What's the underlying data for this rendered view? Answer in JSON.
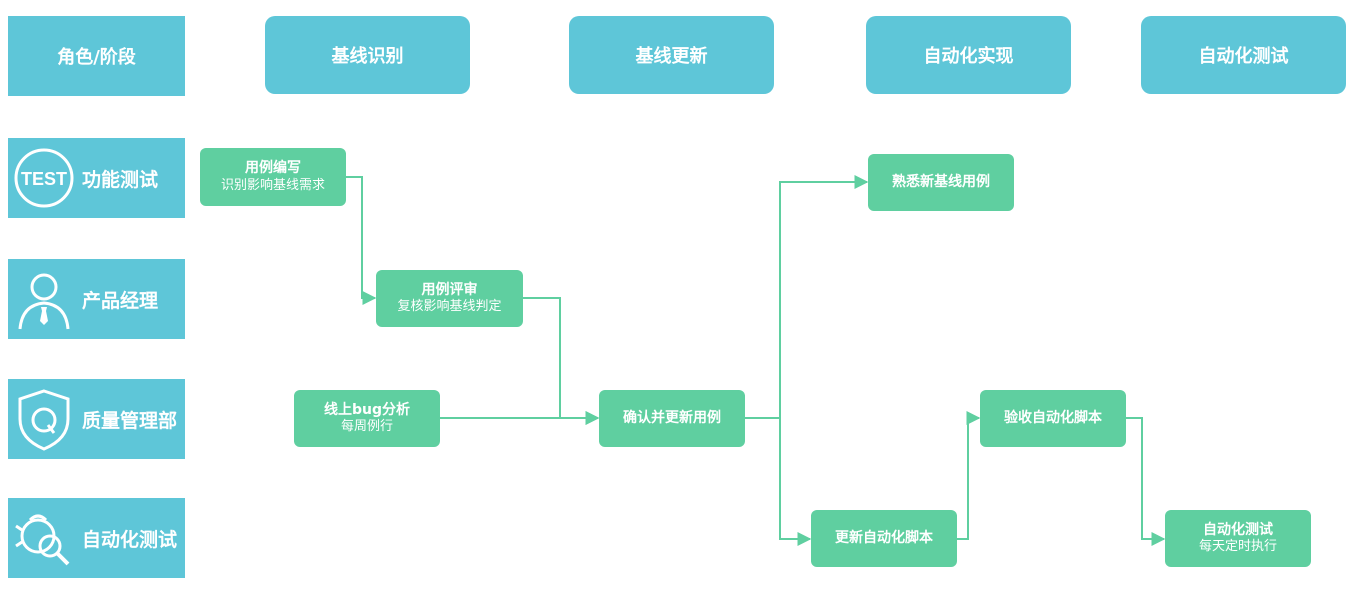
{
  "headers": {
    "role_stage": "角色/阶段",
    "stages": [
      "基线识别",
      "基线更新",
      "自动化实现",
      "自动化测试"
    ]
  },
  "roles": [
    {
      "label": "功能测试",
      "icon": "test-badge-icon",
      "icon_text": "TEST"
    },
    {
      "label": "产品经理",
      "icon": "person-icon"
    },
    {
      "label": "质量管理部",
      "icon": "shield-q-icon",
      "icon_text": "Q"
    },
    {
      "label": "自动化测试",
      "icon": "bug-search-icon"
    }
  ],
  "nodes": {
    "case_writing": {
      "title": "用例编写",
      "subtitle": "识别影响基线需求"
    },
    "case_review": {
      "title": "用例评审",
      "subtitle": "复核影响基线判定"
    },
    "online_bug": {
      "title": "线上bug分析",
      "subtitle": "每周例行"
    },
    "confirm_update": {
      "title": "确认并更新用例"
    },
    "familiar_baseline": {
      "title": "熟悉新基线用例"
    },
    "update_script": {
      "title": "更新自动化脚本"
    },
    "accept_script": {
      "title": "验收自动化脚本"
    },
    "auto_test": {
      "title": "自动化测试",
      "subtitle": "每天定时执行"
    }
  },
  "colors": {
    "header": "#5ec6d8",
    "node": "#5fcfa0",
    "edge": "#5fcfa0",
    "text": "#ffffff"
  }
}
